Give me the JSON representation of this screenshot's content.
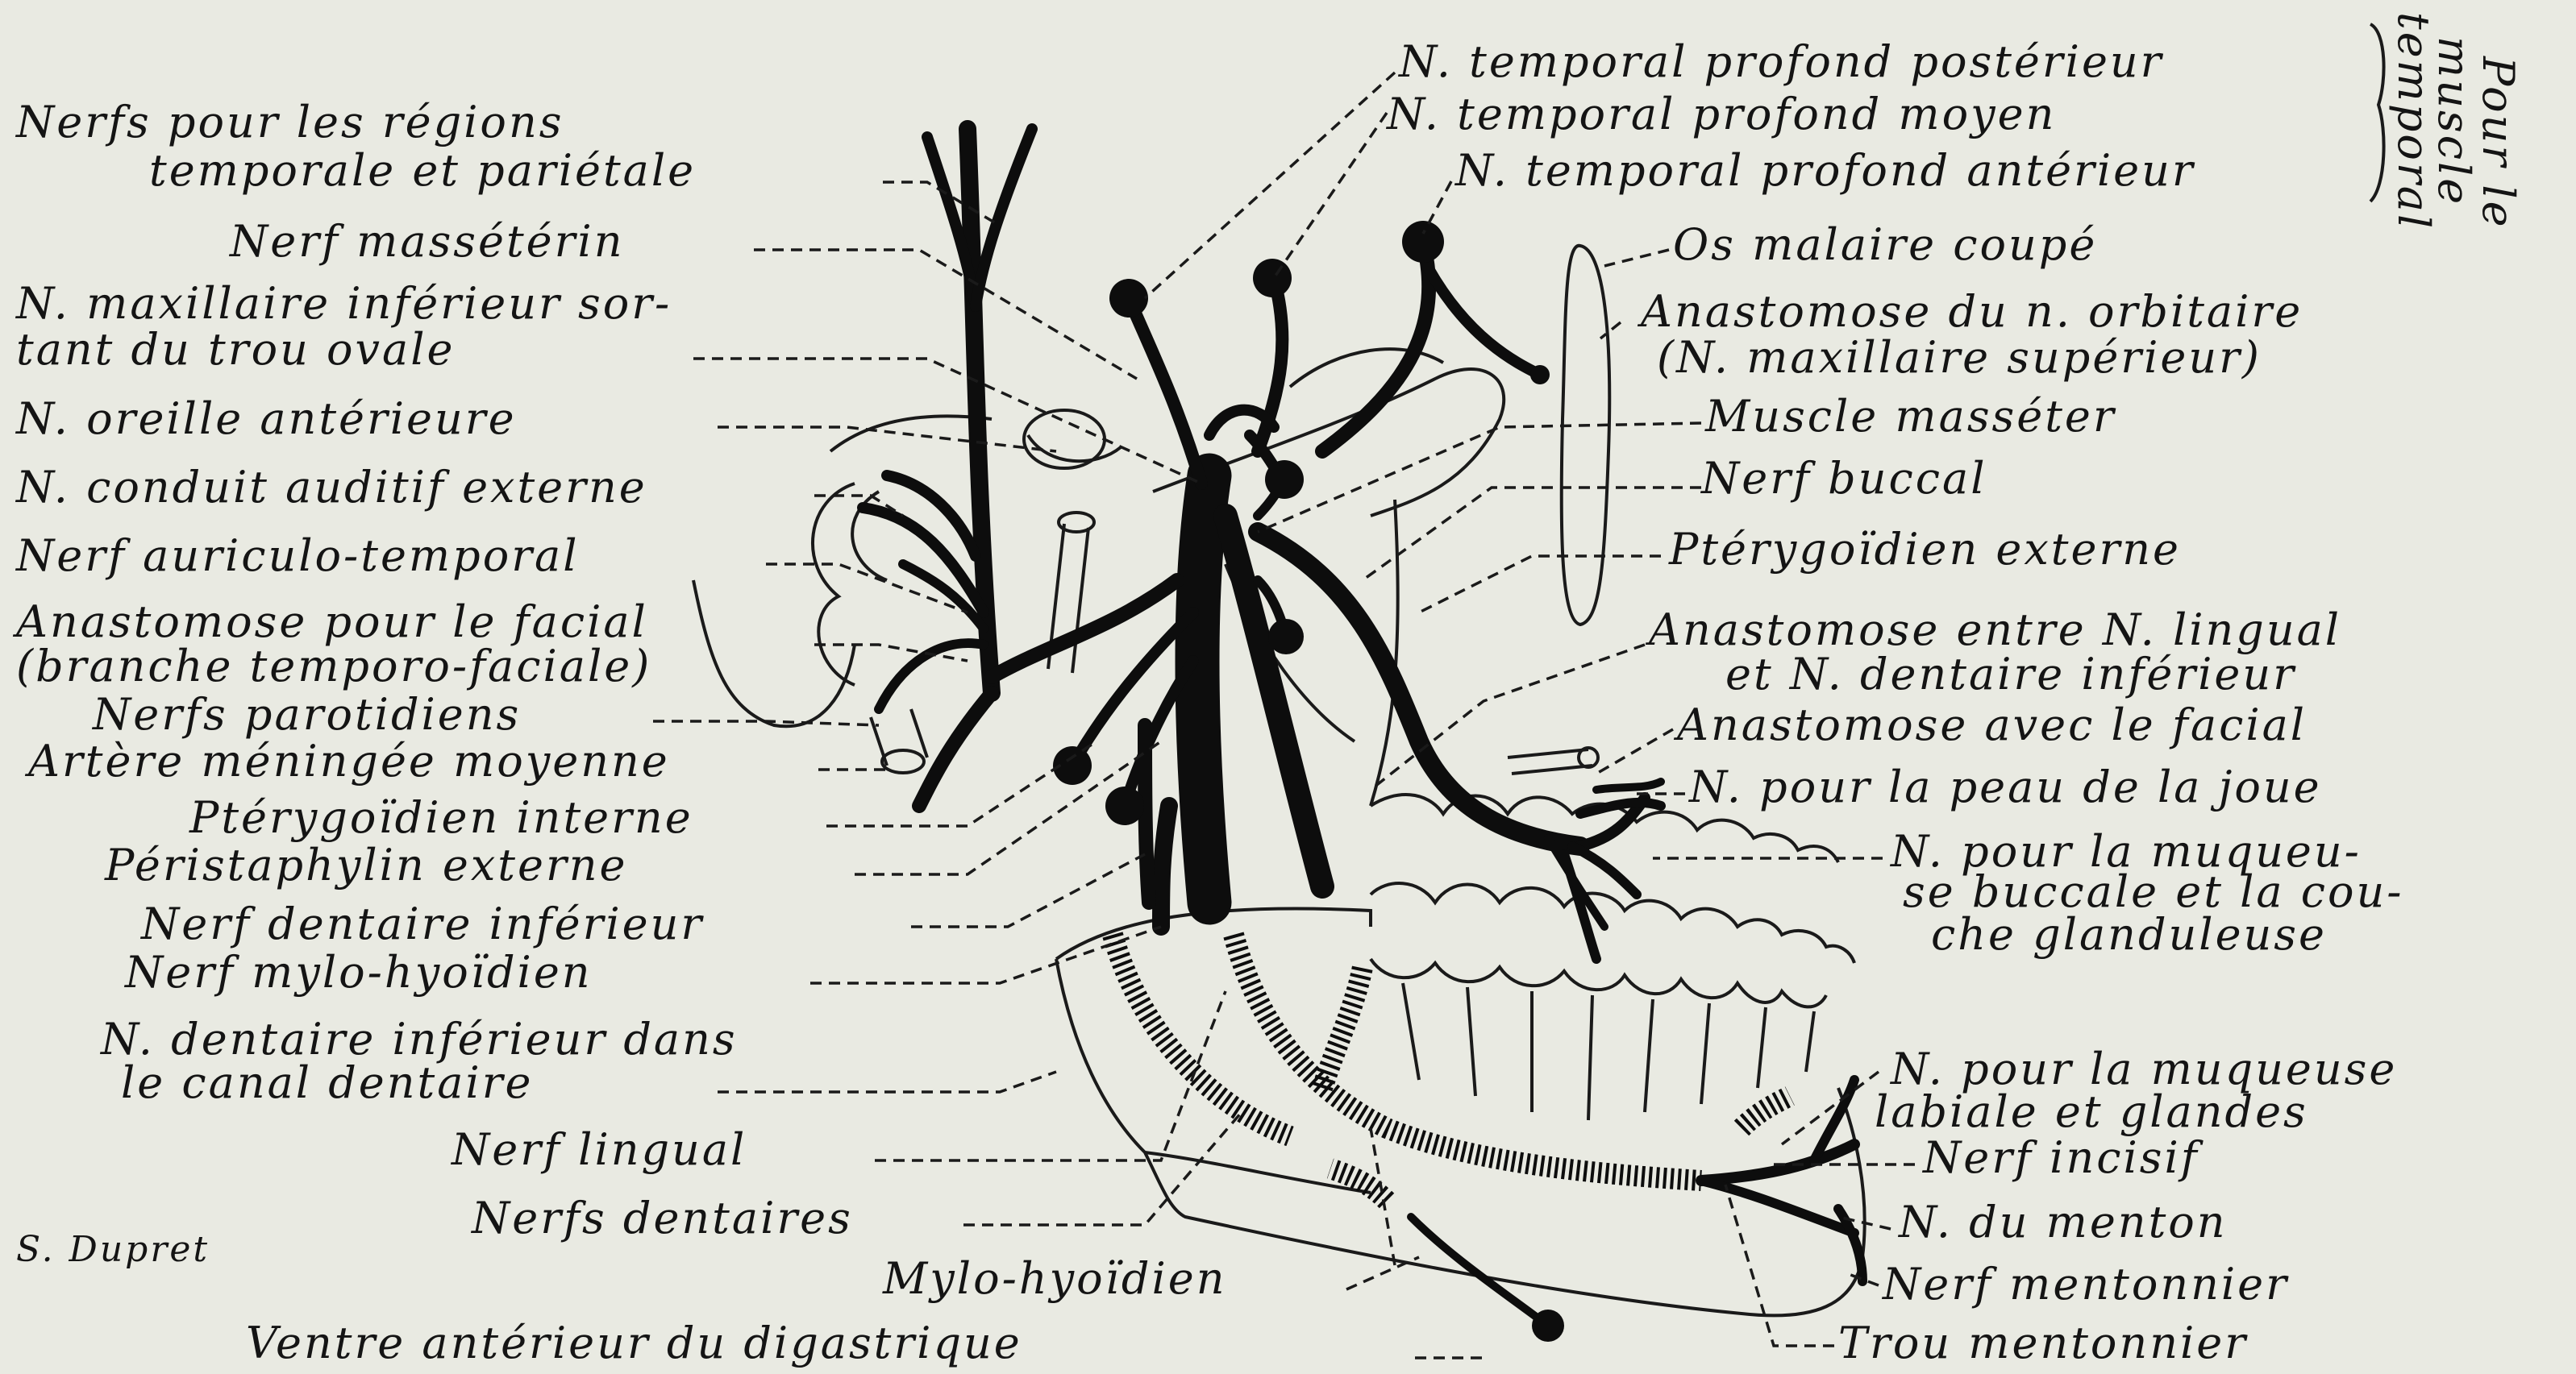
{
  "labels": {
    "nerfs_temporal_parietal_1": "Nerfs pour les régions",
    "nerfs_temporal_parietal_2": "temporale et pariétale",
    "nerf_masseterin": "Nerf massétérin",
    "maxillaire_inf_1": "N. maxillaire inférieur sor-",
    "maxillaire_inf_2": "tant du trou ovale",
    "oreille_anterieure": "N. oreille antérieure",
    "conduit_auditif": "N. conduit auditif externe",
    "auriculo_temporal": "Nerf auriculo-temporal",
    "anastomose_facial_1": "Anastomose pour le facial",
    "anastomose_facial_2": "(branche temporo-faciale)",
    "nerfs_parotidiens": "Nerfs parotidiens",
    "artere_meningee": "Artère méningée moyenne",
    "pterygoidien_interne": "Ptérygoïdien interne",
    "peristaphylin_externe": "Péristaphylin externe",
    "nerf_dentaire_inf": "Nerf dentaire inférieur",
    "nerf_mylo_hyoidien": "Nerf mylo-hyoïdien",
    "dentaire_canal_1": "N. dentaire inférieur dans",
    "dentaire_canal_2": "le canal dentaire",
    "nerf_lingual": "Nerf lingual",
    "nerfs_dentaires": "Nerfs dentaires",
    "signature": "S. Dupret",
    "mylo_hyoidien": "Mylo-hyoïdien",
    "ventre_digastrique": "Ventre antérieur du digastrique",
    "temporal_posterieur": "N. temporal profond postérieur",
    "temporal_moyen": "N. temporal profond moyen",
    "temporal_anterieur": "N. temporal profond antérieur",
    "muscle_temporal_1": "Pour le",
    "muscle_temporal_2": "muscle",
    "muscle_temporal_3": "temporal",
    "os_malaire": "Os malaire coupé",
    "anastomose_orbitaire_1": "Anastomose du n. orbitaire",
    "anastomose_orbitaire_2": "(N. maxillaire supérieur)",
    "muscle_masseter": "Muscle masséter",
    "nerf_buccal": "Nerf buccal",
    "pterygoidien_externe": "Ptérygoïdien externe",
    "anastomose_lingual_1": "Anastomose entre N. lingual",
    "anastomose_lingual_2": "et N. dentaire inférieur",
    "anastomose_avec_facial": "Anastomose avec le facial",
    "peau_joue": "N. pour la peau de la joue",
    "muqueuse_buccale_1": "N. pour la muqueu-",
    "muqueuse_buccale_2": "se buccale et la cou-",
    "muqueuse_buccale_3": "che glanduleuse",
    "muqueuse_labiale_1": "N. pour la muqueuse",
    "muqueuse_labiale_2": "labiale et glandes",
    "nerf_incisif": "Nerf incisif",
    "nerf_menton": "N. du menton",
    "nerf_mentonnier": "Nerf mentonnier",
    "trou_mentonnier": "Trou mentonnier"
  },
  "colors": {
    "ink": "#0d0d0d",
    "paper": "#e9eae2"
  }
}
